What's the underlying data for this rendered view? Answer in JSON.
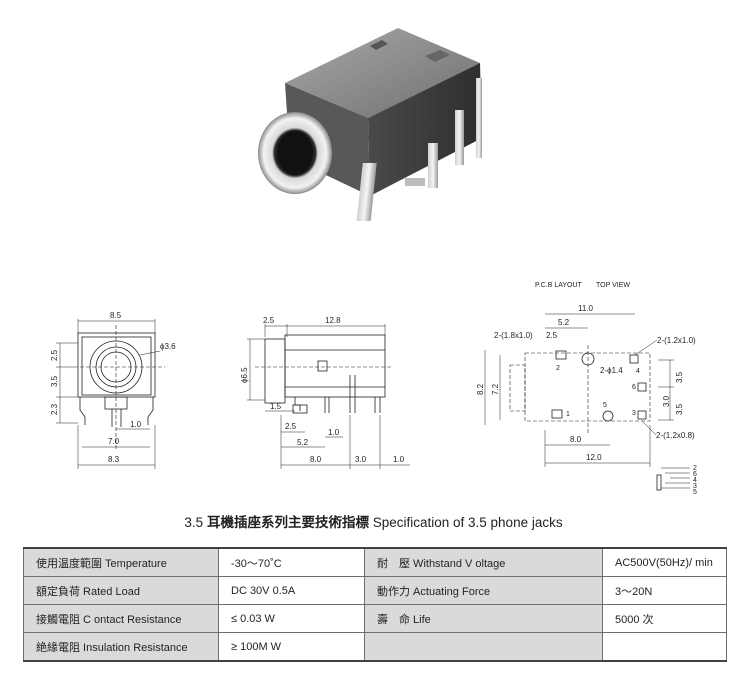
{
  "pcb_layout": {
    "title": "P.C.B LAYOUT",
    "view": "TOP VIEW"
  },
  "front_view": {
    "width": "8.5",
    "width2": "7.0",
    "width3": "8.3",
    "side_dims": [
      "2.5",
      "3.5",
      "2.3"
    ],
    "hole": "ϕ3.6",
    "pin": "1.0"
  },
  "side_view": {
    "top_left": "2.5",
    "top_len": "12.8",
    "diameter": "ϕ6.5",
    "d1": "1.5",
    "d2": "2.5",
    "d3": "1.0",
    "d4": "5.2",
    "d5": "8.0",
    "d6": "3.0",
    "d7": "1.0"
  },
  "pcb_view": {
    "w_total": "11.0",
    "w_inner": "5.2",
    "hole_a": "2-(1.8x1.0)",
    "hole_a_x": "2.5",
    "hole_b": "2-(1.2x1.0)",
    "hole_c": "2-ϕ1.4",
    "hole_d": "2-(1.2x0.8)",
    "h1": "8.2",
    "h2": "7.2",
    "r1": "3.5",
    "r2": "3.0",
    "r3": "3.5",
    "b1": "8.0",
    "b2": "12.0",
    "pin_nums": [
      "1",
      "2",
      "3",
      "4",
      "5",
      "6"
    ]
  },
  "schematic_pins": [
    "2",
    "6",
    "4",
    "3",
    "5"
  ],
  "spec_title": {
    "prefix": "3.5",
    "cn": "耳機插座系列主要技術指標",
    "en": "Specification of 3.5 phone jacks"
  },
  "spec_table": [
    {
      "k1": "使用温度範圍 Temperature",
      "v1": "-30～70˚C",
      "k2": "耐　壓  Withstand V oltage",
      "v2": "AC500V(50Hz)/ min"
    },
    {
      "k1": "額定負荷  Rated Load",
      "v1": "DC  30V  0.5A",
      "k2": "動作力  Actuating Force",
      "v2": "3～20N"
    },
    {
      "k1": "接觸電阻  C ontact Resistance",
      "v1": "≤ 0.03 W",
      "k2": "壽　命  Life",
      "v2": "5000  次"
    },
    {
      "k1": "絶緣電阻  Insulation Resistance",
      "v1": "≥ 100M W",
      "k2": "",
      "v2": ""
    }
  ]
}
